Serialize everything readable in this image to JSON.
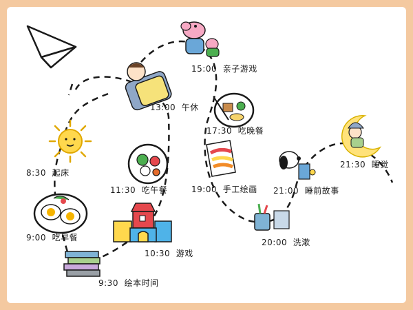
{
  "schedule": {
    "items": [
      {
        "time": "8:30",
        "activity": "起床"
      },
      {
        "time": "9:00",
        "activity": "吃早餐"
      },
      {
        "time": "9:30",
        "activity": "绘本时间"
      },
      {
        "time": "10:30",
        "activity": "游戏"
      },
      {
        "time": "11:30",
        "activity": "吃午餐"
      },
      {
        "time": "13:00",
        "activity": "午休"
      },
      {
        "time": "15:00",
        "activity": "亲子游戏"
      },
      {
        "time": "17:30",
        "activity": "吃晚餐"
      },
      {
        "time": "19:00",
        "activity": "手工绘画"
      },
      {
        "time": "20:00",
        "activity": "洗漱"
      },
      {
        "time": "21:00",
        "activity": "睡前故事"
      },
      {
        "time": "21:30",
        "activity": "睡觉"
      }
    ]
  },
  "colors": {
    "border": "#f4c9a0",
    "path": "#1a1a1a",
    "sun": "#ffd84d",
    "pig": "#f7a9c4",
    "blanket": "#f6e27a",
    "castle_red": "#e5484d",
    "castle_blue": "#4fb3e8",
    "castle_yellow": "#ffd84d",
    "moon": "#ffe27a"
  },
  "icons": [
    "paper-plane-icon",
    "sun-icon",
    "eggs-plate-icon",
    "books-icon",
    "castle-icon",
    "lunch-plate-icon",
    "sleeping-child-icon",
    "peppa-pig-icon",
    "dinner-plate-icon",
    "drawing-paper-icon",
    "toothbrush-cup-icon",
    "snoopy-icon",
    "moon-baby-icon"
  ]
}
